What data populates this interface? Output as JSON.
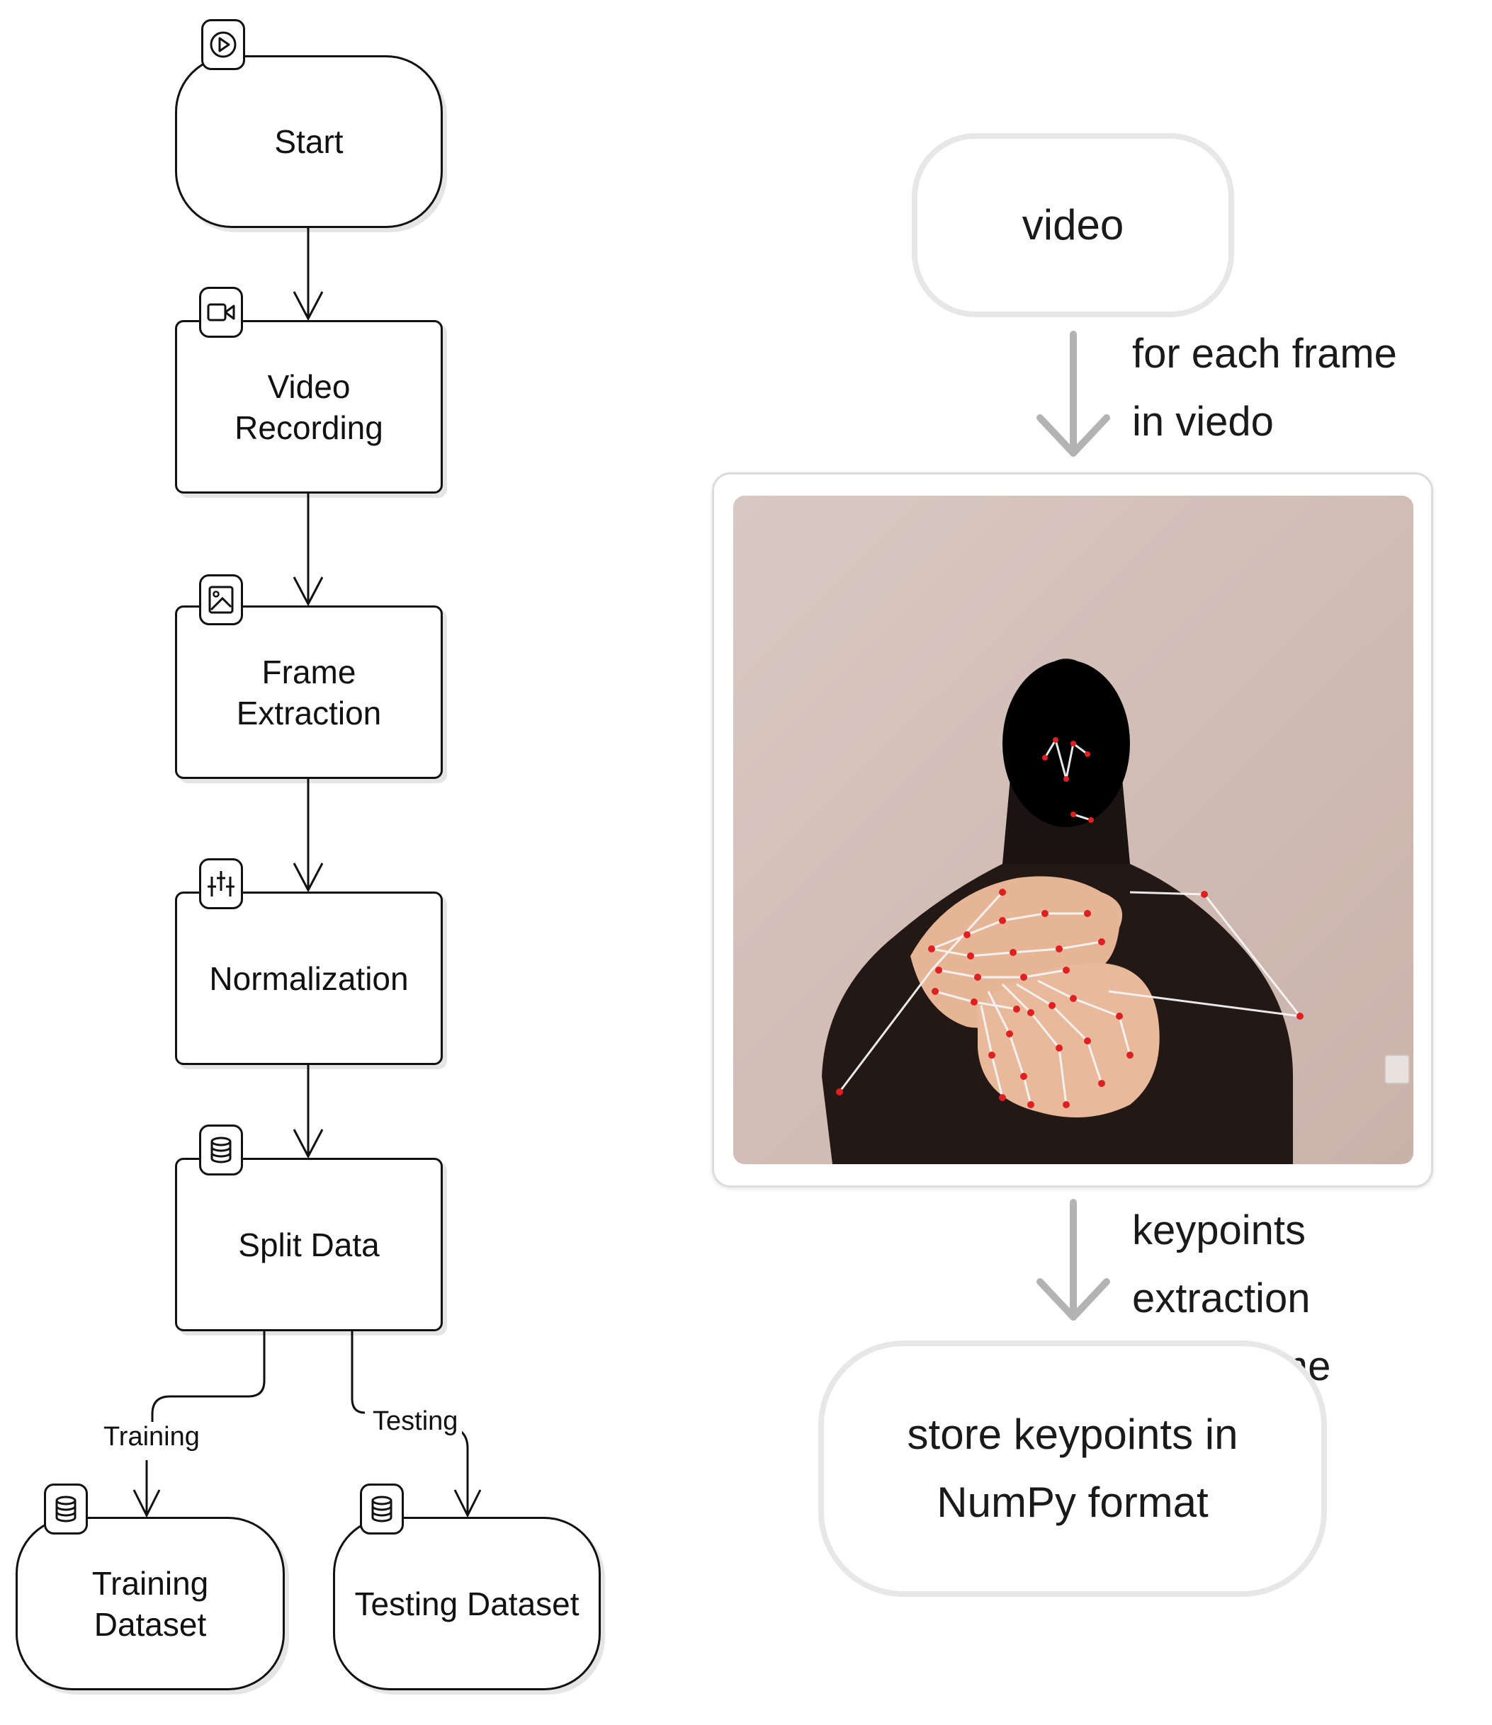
{
  "flowchart": {
    "nodes": [
      {
        "id": "start",
        "label": "Start",
        "icon": "play-icon"
      },
      {
        "id": "video-recording",
        "label": "Video\nRecording",
        "icon": "video-camera-icon"
      },
      {
        "id": "frame-extraction",
        "label": "Frame\nExtraction",
        "icon": "image-icon"
      },
      {
        "id": "normalization",
        "label": "Normalization",
        "icon": "sliders-icon"
      },
      {
        "id": "split-data",
        "label": "Split Data",
        "icon": "database-icon"
      },
      {
        "id": "training-dataset",
        "label": "Training\nDataset",
        "icon": "database-icon"
      },
      {
        "id": "testing-dataset",
        "label": "Testing Dataset",
        "icon": "database-icon"
      }
    ],
    "edge_labels": {
      "training": "Training",
      "testing": "Testing"
    }
  },
  "pipeline": {
    "video_label": "video",
    "step1_label": "for each frame\nin viedo",
    "step2_label": "keypoints extraction\nfrom frame",
    "store_label": "store keypoints in\nNumPy format",
    "frame_image": "photo-person-signing-with-hand-keypoints"
  },
  "colors": {
    "stroke": "#111111",
    "pipeline_border": "#e7e7e7",
    "pipeline_arrow": "#b3b3b3",
    "keypoint": "#e02020"
  }
}
